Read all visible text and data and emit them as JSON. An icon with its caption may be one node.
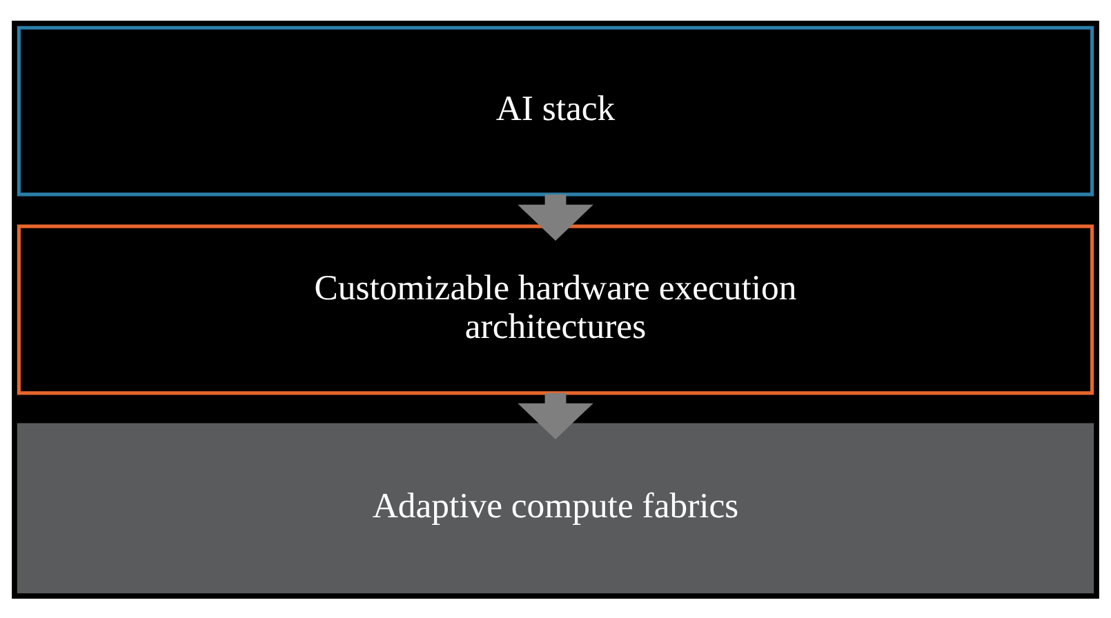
{
  "diagram": {
    "nodes": [
      {
        "text": [
          "AI stack"
        ]
      },
      {
        "text": [
          "Customizable hardware execution architectures"
        ]
      },
      {
        "text": [
          "Adaptive compute fabrics"
        ]
      }
    ],
    "edges": [
      {
        "from": 0,
        "to": 1,
        "arrow": "to"
      },
      {
        "from": 1,
        "to": 2,
        "arrow": "to"
      }
    ]
  }
}
